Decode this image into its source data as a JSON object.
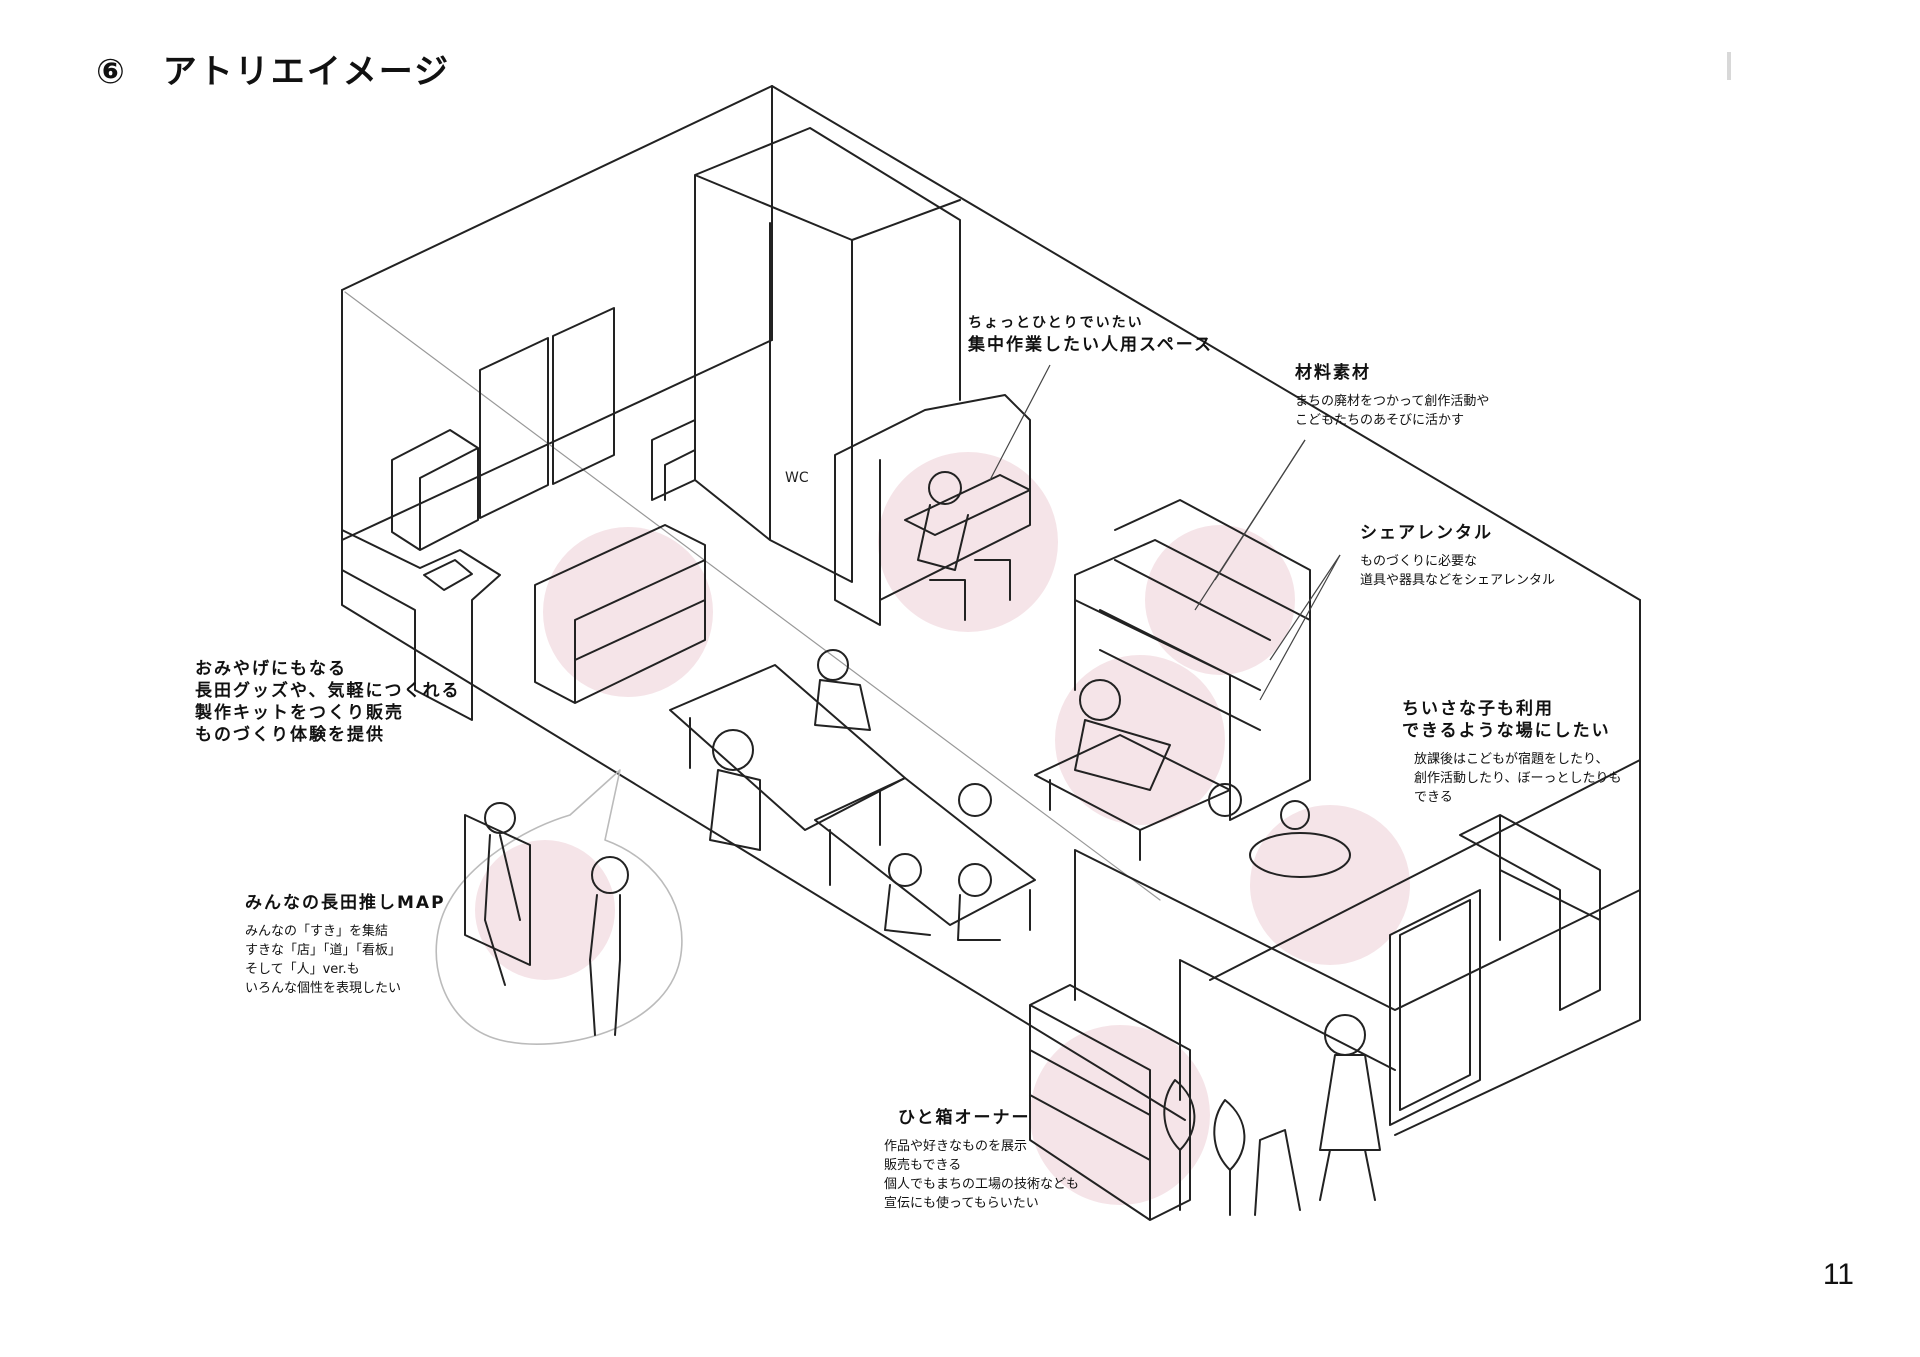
{
  "title": "⑥　アトリエイメージ",
  "page_number": "11",
  "wc_label": "WC",
  "colors": {
    "line": "#222222",
    "highlight": "#f5e4e8",
    "bubble": "#bbbbbb"
  },
  "annotations": {
    "solo_space": {
      "lines": [
        "ちょっとひとりでいたい",
        "集中作業したい人用スペース"
      ]
    },
    "materials": {
      "heading": "材料素材",
      "body": [
        "まちの廃材をつかって創作活動や",
        "こどもたちのあそびに活かす"
      ]
    },
    "share_rental": {
      "heading": "シェアレンタル",
      "body": [
        "ものづくりに必要な",
        "道具や器具などをシェアレンタル"
      ]
    },
    "kids_space": {
      "heading": [
        "ちいさな子も利用",
        "できるような場にしたい"
      ],
      "body": [
        "放課後はこどもが宿題をしたり、",
        "創作活動したり、ぼーっとしたりも",
        "できる"
      ]
    },
    "souvenir": {
      "lines": [
        "おみやげにもなる",
        "長田グッズや、気軽につくれる",
        "製作キットをつくり販売",
        "ものづくり体験を提供"
      ]
    },
    "nagata_map": {
      "heading": "みんなの長田推しMAP",
      "body": [
        "みんなの「すき」を集結",
        "すきな「店」「道」「看板」",
        "そして「人」ver.も",
        "いろんな個性を表現したい"
      ]
    },
    "box_owner": {
      "heading": "ひと箱オーナー",
      "body": [
        "作品や好きなものを展示",
        "販売もできる",
        "個人でもまちの工場の技術なども",
        "宣伝にも使ってもらいたい"
      ]
    }
  }
}
